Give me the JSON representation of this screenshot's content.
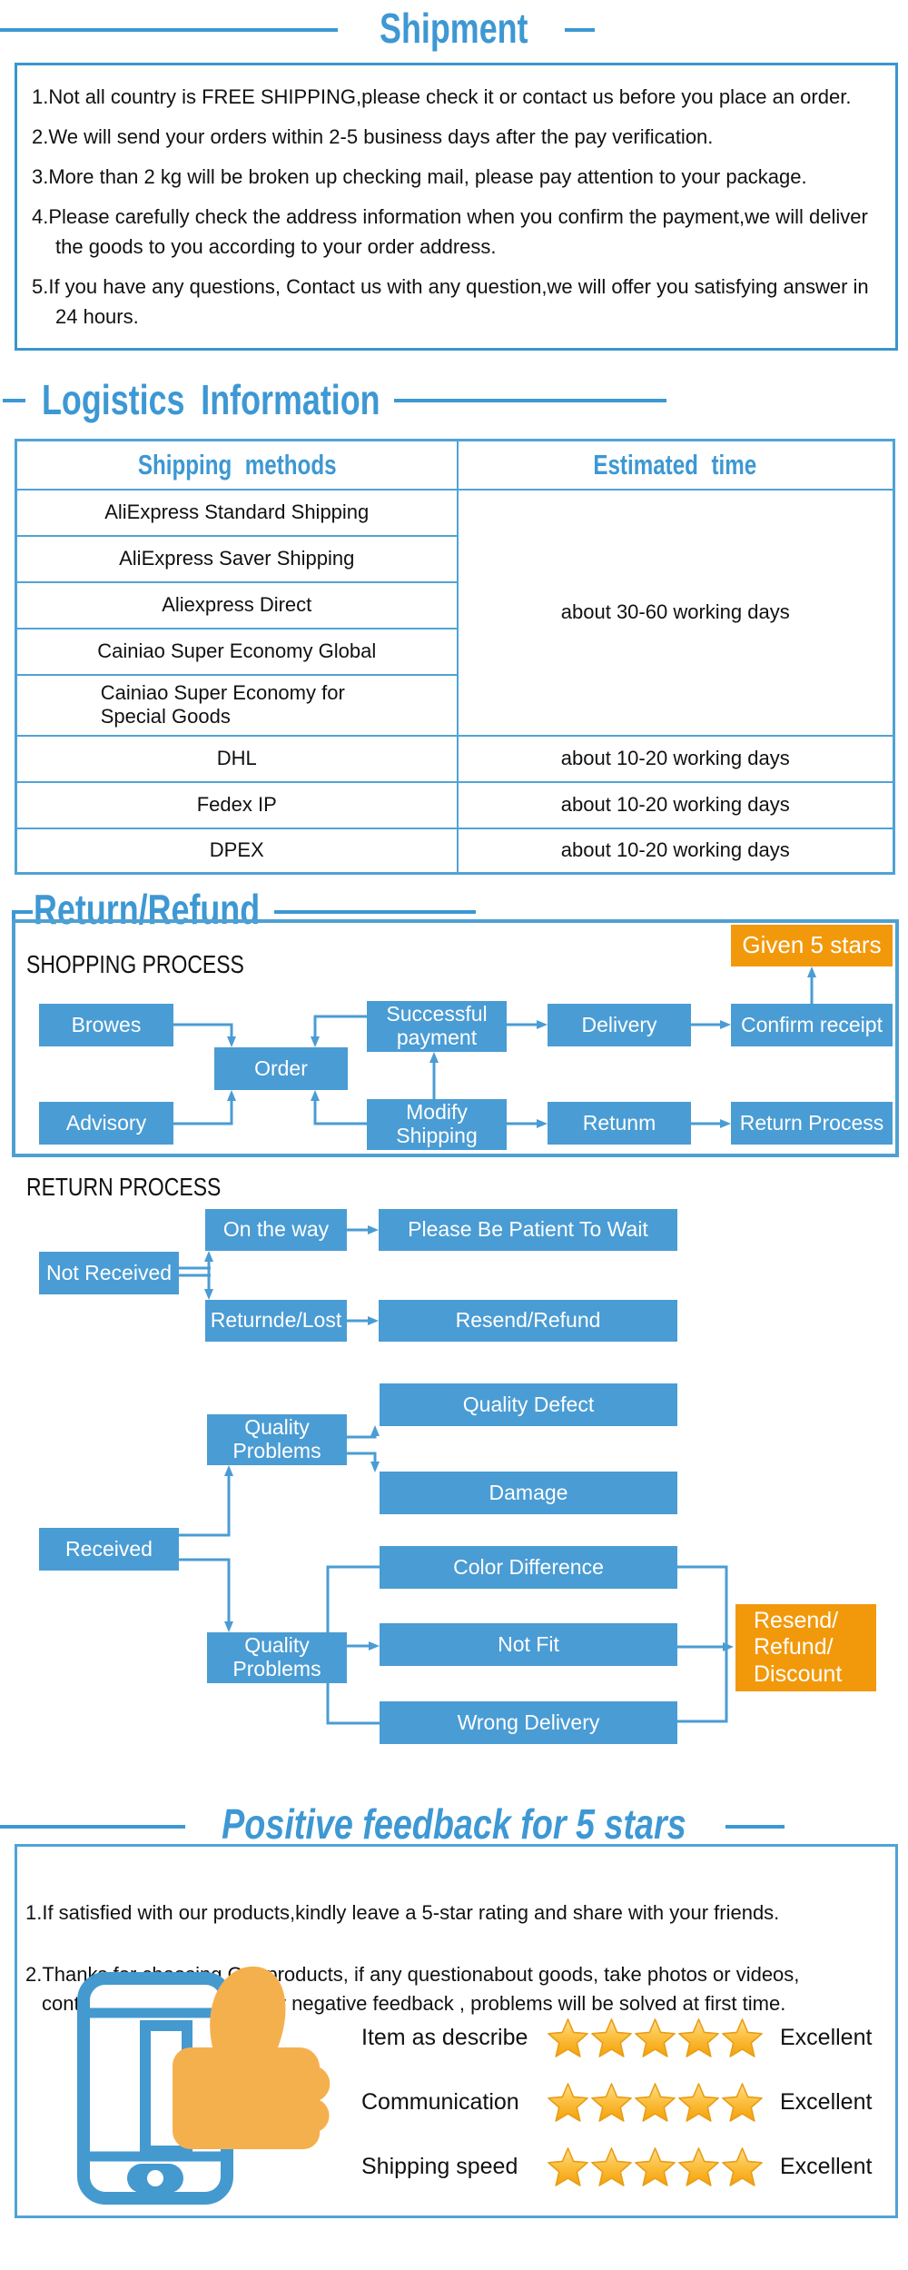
{
  "colors": {
    "accent_blue": "#3D98D3",
    "node_blue": "#4A9CD4",
    "border_blue": "#4FA3D6",
    "orange": "#F2990B",
    "thumb_orange": "#F5B04E",
    "star_orange": "#F5A009",
    "text": "#111111"
  },
  "shipment": {
    "title": "Shipment",
    "notes": [
      "1.Not all country is FREE SHIPPING,please check it or contact us before you place an order.",
      "2.We will send your orders within 2-5 business days after the pay verification.",
      "3.More than 2 kg will be broken up checking mail, please pay attention to your package.",
      "4.Please carefully check the address information when you confirm the payment,we will deliver the goods to you according to your order address.",
      "5.If you have any questions, Contact us with any question,we will offer you satisfying answer in 24 hours."
    ]
  },
  "logistics": {
    "title": "Logistics Information",
    "headers": {
      "method": "Shipping methods",
      "time": "Estimated time"
    },
    "merged_time": "about 30-60 working days",
    "rows": [
      {
        "method": "AliExpress Standard Shipping"
      },
      {
        "method": "AliExpress Saver Shipping"
      },
      {
        "method": "Aliexpress Direct"
      },
      {
        "method": "Cainiao Super Economy Global"
      },
      {
        "method": "Cainiao Super Economy for Special Goods"
      },
      {
        "method": "DHL",
        "time": "about 10-20 working days"
      },
      {
        "method": "Fedex IP",
        "time": "about 10-20 working days"
      },
      {
        "method": "DPEX",
        "time": "about 10-20 working days"
      }
    ]
  },
  "return_refund": {
    "title": "Return/Refund",
    "sections": {
      "shopping": "SHOPPING PROCESS",
      "return": "RETURN PROCESS"
    },
    "nodes": {
      "browse": "Browes",
      "advisory": "Advisory",
      "order": "Order",
      "successful_payment": "Successful payment",
      "modify_shipping": "Modify Shipping",
      "delivery": "Delivery",
      "retunm": "Retunm",
      "confirm_receipt": "Confirm receipt",
      "return_process": "Return Process",
      "given_5_stars": "Given 5 stars",
      "not_received": "Not Received",
      "on_the_way": "On the way",
      "be_patient": "Please Be Patient To Wait",
      "returned_lost": "Returnde/Lost",
      "resend_refund": "Resend/Refund",
      "quality_problems_1": "Quality Problems",
      "quality_defect": "Quality Defect",
      "damage": "Damage",
      "received": "Received",
      "color_difference": "Color Difference",
      "quality_problems_2": "Quality Problems",
      "not_fit": "Not Fit",
      "wrong_delivery": "Wrong Delivery"
    },
    "resend_lines": [
      "Resend/",
      "Refund/",
      "Discount"
    ]
  },
  "feedback": {
    "title": "Positive feedback for 5 stars",
    "note1": "1.If satisfied with our products,kindly leave a 5-star rating and share with your friends.",
    "note2_lines": [
      "2.Thanks for choosing Our products, if any questionabout goods, take photos or videos,",
      "contact us before leave any negative feedback , problems will be solved at first time."
    ],
    "ratings": [
      {
        "label": "Item as describe",
        "stars": 5,
        "verdict": "Excellent"
      },
      {
        "label": "Communication",
        "stars": 5,
        "verdict": "Excellent"
      },
      {
        "label": "Shipping speed",
        "stars": 5,
        "verdict": "Excellent"
      }
    ]
  }
}
